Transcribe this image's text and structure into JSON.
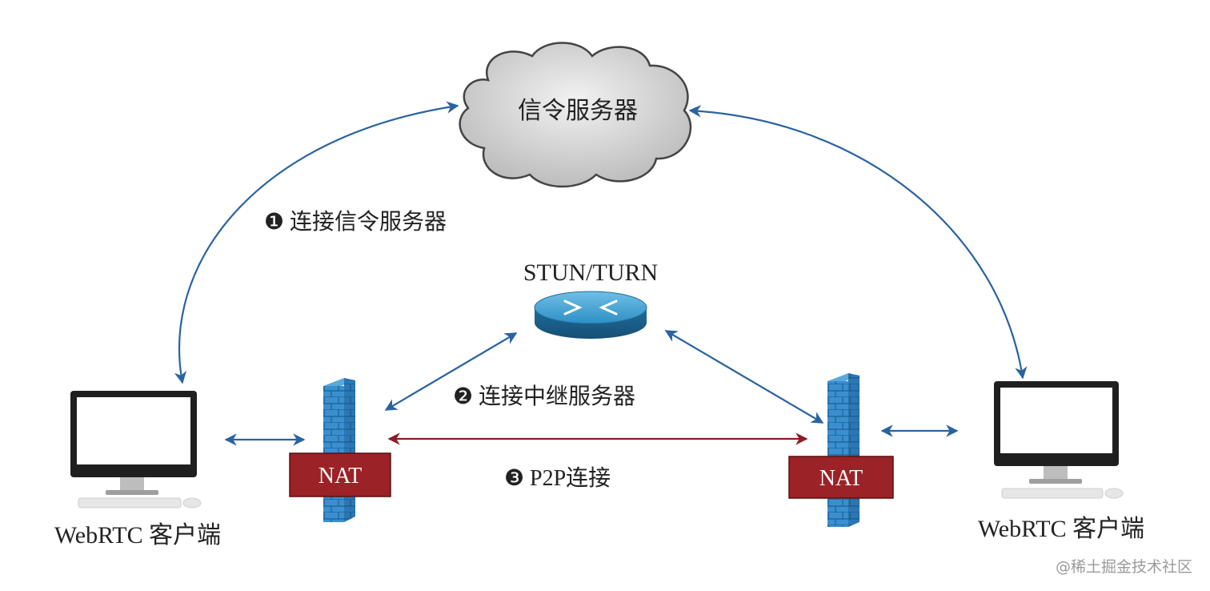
{
  "signaling_server": {
    "label": "信令服务器"
  },
  "relay_server": {
    "label": "STUN/TURN"
  },
  "steps": [
    {
      "marker": "❶",
      "label": "连接信令服务器"
    },
    {
      "marker": "❷",
      "label": "连接中继服务器"
    },
    {
      "marker": "❸",
      "label": "P2P连接"
    }
  ],
  "clients": [
    {
      "label": "WebRTC 客户端"
    },
    {
      "label": "WebRTC 客户端"
    }
  ],
  "nats": [
    {
      "label": "NAT"
    },
    {
      "label": "NAT"
    }
  ],
  "watermark": "@稀土掘金技术社区",
  "colors": {
    "arrow_blue": "#2a63a0",
    "arrow_red": "#8b1e22",
    "nat_red": "#9b2226",
    "wall_blue": "#3a8fcf",
    "cloud_gray": "#d9d9d9",
    "router_blue": "#2d86b8"
  }
}
